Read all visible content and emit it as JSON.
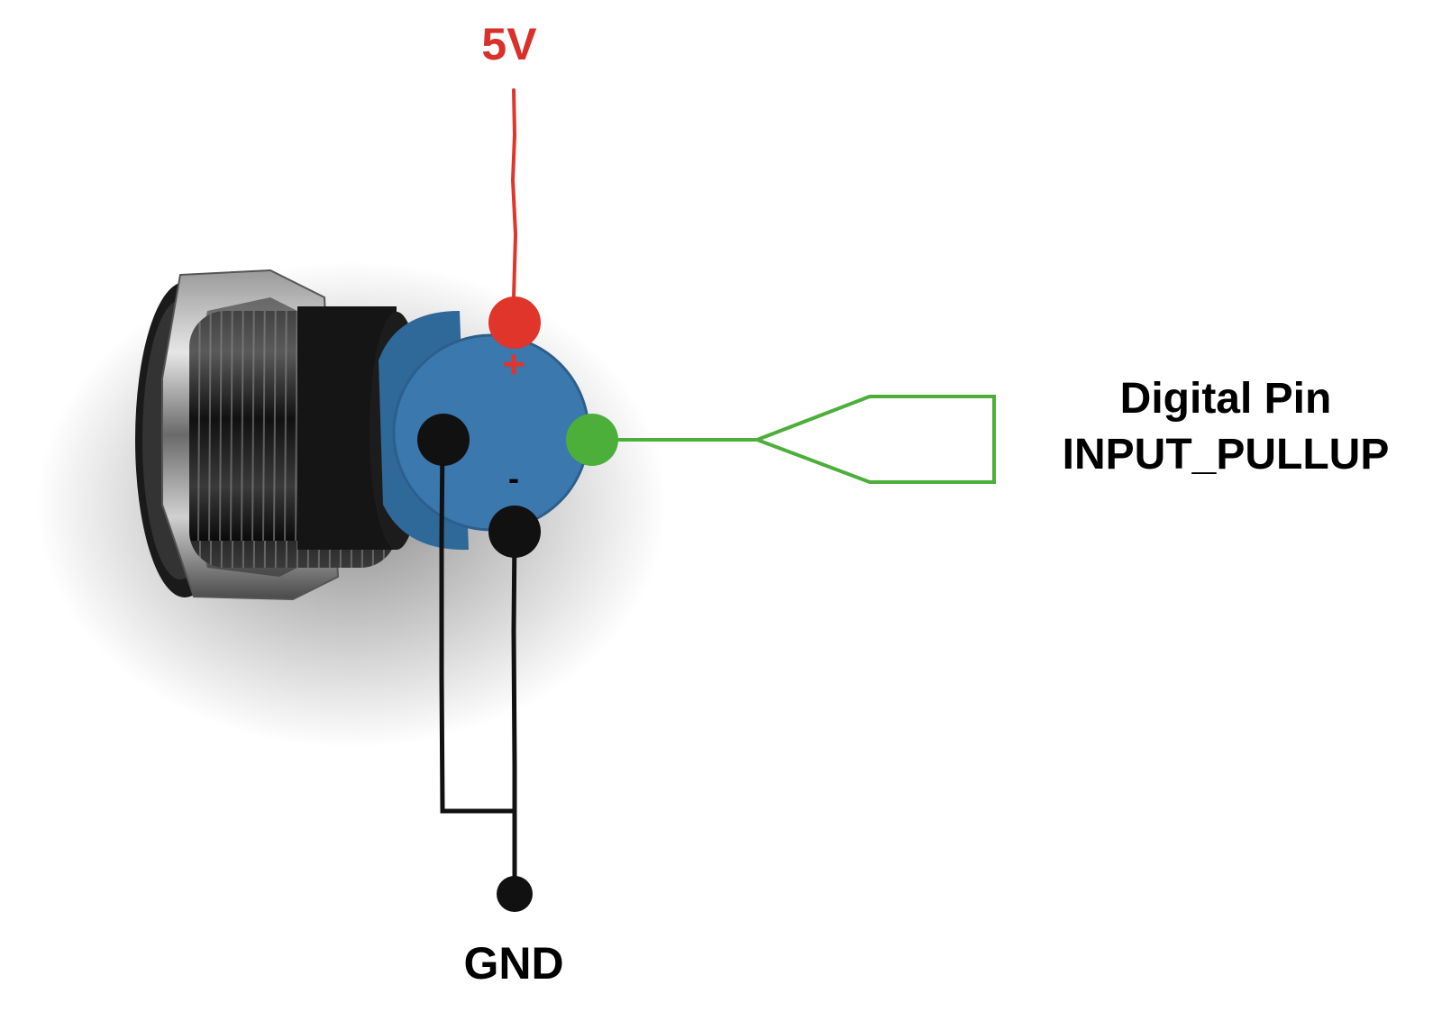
{
  "labels": {
    "power": "5V",
    "ground": "GND",
    "digital_pin_line1": "Digital Pin",
    "digital_pin_line2": "INPUT_PULLUP",
    "plus_marker": "+",
    "minus_marker": "-"
  },
  "colors": {
    "power_wire": "#e0352b",
    "ground_wire": "#111111",
    "signal_wire": "#4caf3a",
    "button_body": "#3a78ad",
    "power_label": "#d9302a"
  },
  "icon": "push-button-switch-icon"
}
